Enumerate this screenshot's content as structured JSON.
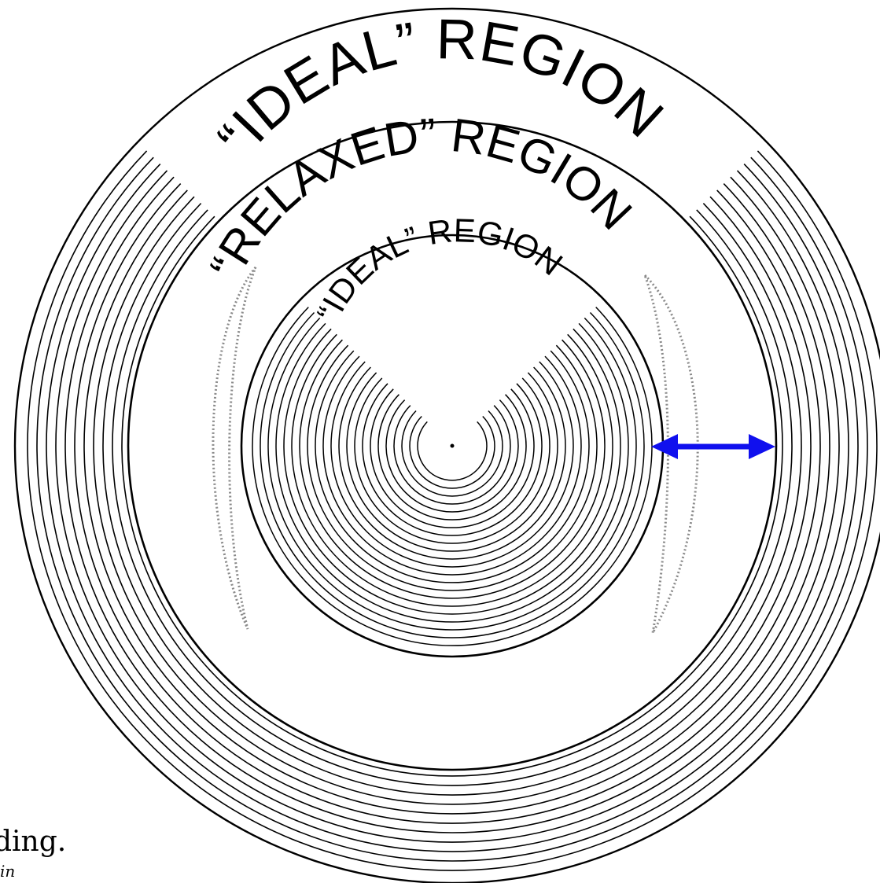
{
  "labels": {
    "outer_ideal": "“IDEAL” REGION",
    "relaxed": "“RELAXED” REGION",
    "inner_ideal": "“IDEAL” REGION"
  },
  "page_text": {
    "caption_fragment": "ding.",
    "subscript_fragment": "in"
  },
  "colors": {
    "line": "#000000",
    "dotted_contour": "#8a8a8a",
    "arrow": "#1010ee",
    "background": "#ffffff"
  },
  "annotations": {
    "arrow": "double-headed-horizontal"
  }
}
